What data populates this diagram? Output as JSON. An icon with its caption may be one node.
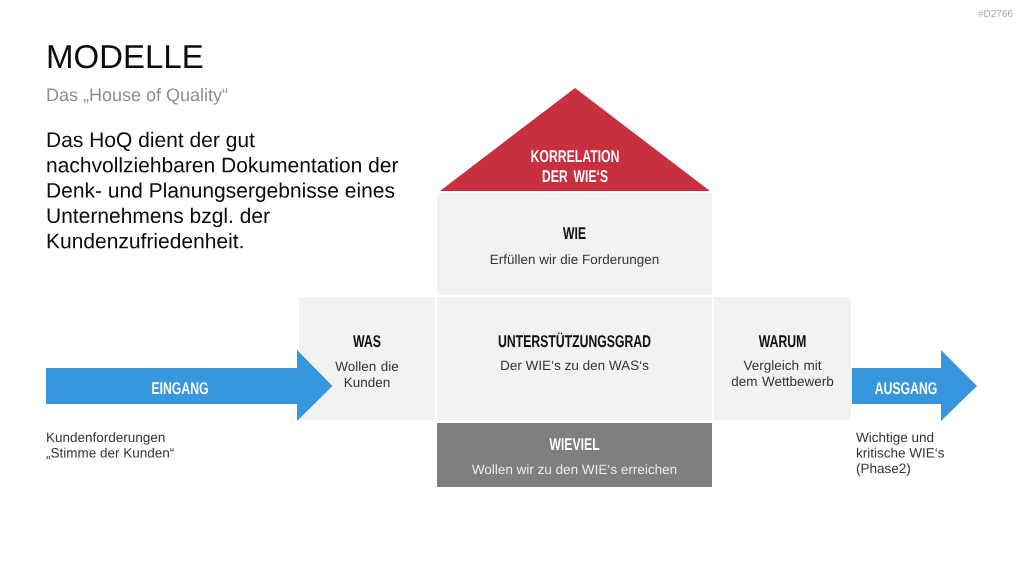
{
  "diagram": {
    "title": "MODELLE",
    "nodes": [
      {
        "text": [
          "KORRELATION DER WIE‘S"
        ]
      },
      {
        "text": [
          "WIE",
          "Erfüllen wir die Forderungen"
        ]
      },
      {
        "text": [
          "EINGANG"
        ],
        "beside": [
          "Kundenforderungen „Stimme der Kunden“"
        ]
      },
      {
        "text": [
          "WAS",
          "Wollen die Kunden"
        ]
      },
      {
        "text": [
          "UNTERSTÜTZUNGSGRAD",
          "Der WIE‘s zu den WAS‘s"
        ]
      },
      {
        "text": [
          "WARUM",
          "Vergleich mit dem Wettbewerb"
        ]
      },
      {
        "text": [
          "AUSGANG"
        ],
        "beside": [
          "Wichtige und kritische WIE‘s (Phase2)"
        ]
      },
      {
        "text": [
          "WIEVIEL",
          "Wollen wir zu den WIE‘s erreichen"
        ]
      }
    ],
    "labels": [
      "#D2766",
      "Das „House of Quality“",
      "Das HoQ dient der gut nachvollziehbaren Dokumentation der Denk- und Planungsergebnisse eines Unternehmens bzgl. der Kundenzufriedenheit."
    ]
  }
}
